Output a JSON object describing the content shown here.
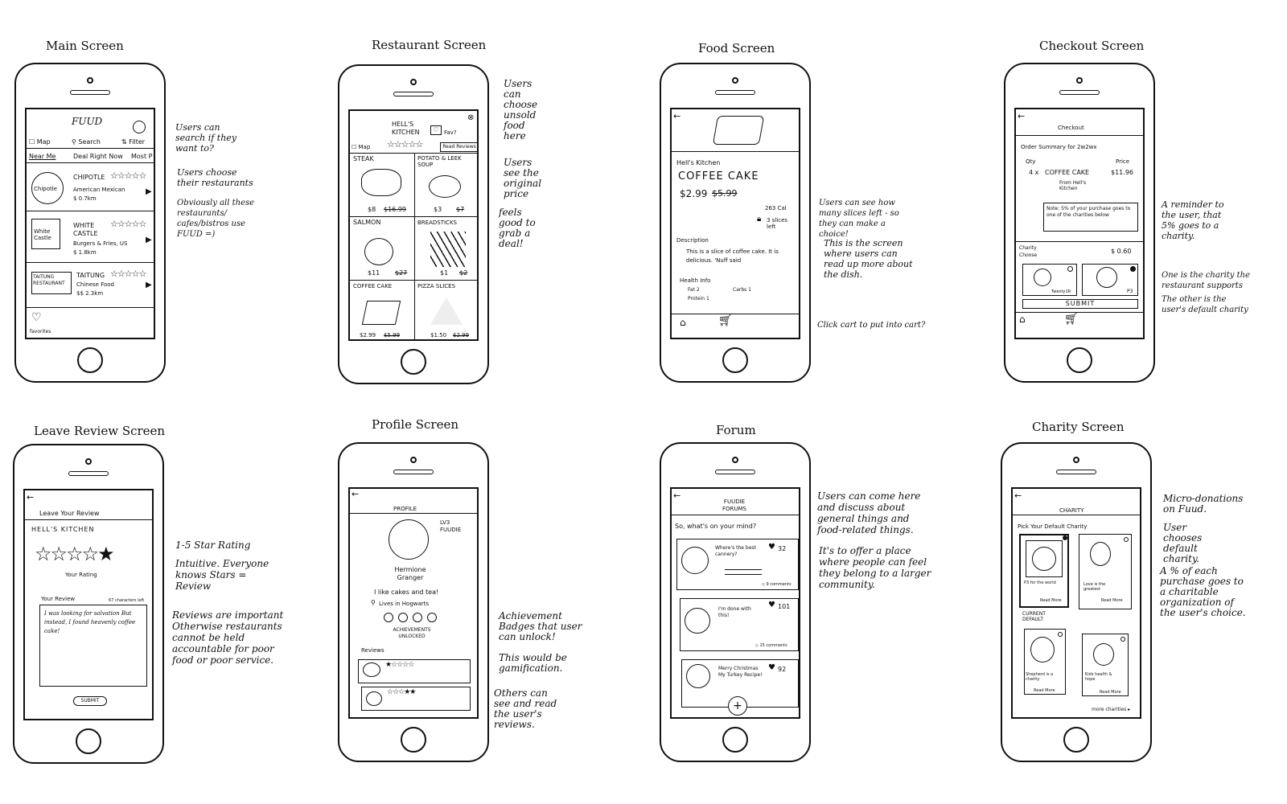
{
  "captions": {
    "main": "Main Screen",
    "restaurant": "Restaurant Screen",
    "food": "Food Screen",
    "checkout": "Checkout Screen",
    "review": "Leave Review Screen",
    "profile": "Profile Screen",
    "forum": "Forum",
    "charity": "Charity Screen"
  },
  "main": {
    "logo": "FUUD",
    "map": "Map",
    "search": "Search",
    "filter": "Filter",
    "tabs": [
      "Near Me",
      "Deal Right Now",
      "Most P"
    ],
    "rows": [
      {
        "logo": "Chipotle",
        "name": "CHIPOTLE",
        "sub": "American Mexican",
        "meta": "$ 0.7km",
        "stars": "☆☆☆☆☆"
      },
      {
        "logo": "White Castle",
        "name": "WHITE CASTLE",
        "sub": "Burgers & Fries, US",
        "meta": "$ 1.8km",
        "stars": "☆☆☆☆☆"
      },
      {
        "logo": "TAITUNG RESTAURANT",
        "name": "TAITUNG",
        "sub": "Chinese Food",
        "meta": "$$ 2.3km",
        "stars": "☆☆☆☆☆"
      }
    ],
    "favorites": "favorites"
  },
  "main_notes": [
    "Users can search if they want to?",
    "Users choose their restaurants",
    "Obviously all these restaurants/ cafes/bistros use FUUD =)"
  ],
  "restaurant": {
    "title": "HELL'S KITCHEN",
    "fav": "Fav?",
    "map": "Map",
    "read_reviews": "Read Reviews",
    "items": [
      {
        "name": "STEAK",
        "price": "$8",
        "old": "$16.99"
      },
      {
        "name": "POTATO & LEEK SOUP",
        "price": "$3",
        "old": "$7"
      },
      {
        "name": "SALMON",
        "price": "$11",
        "old": "$27"
      },
      {
        "name": "BREADSTICKS",
        "price": "$1",
        "old": "$2"
      },
      {
        "name": "COFFEE CAKE",
        "price": "$2.99",
        "old": "$5.99"
      },
      {
        "name": "PIZZA SLICES",
        "price": "$1.50",
        "old": "$2.99"
      }
    ]
  },
  "restaurant_notes": [
    "Users can choose unsold food here",
    "Users see the original price",
    "feels good to grab a deal!"
  ],
  "food": {
    "place": "Hell's Kitchen",
    "name": "COFFEE CAKE",
    "price": "$2.99",
    "old": "$5.99",
    "cal": "263 Cal",
    "left": "3 slices left",
    "desc_label": "Description",
    "desc": "This is a slice of coffee cake. It is delicious. 'Nuff said",
    "health_label": "Health Info",
    "fat": "Fat 2",
    "carbs": "Carbs 1",
    "protein": "Protein 1"
  },
  "food_notes": [
    "Users can see how many slices left - so they can make a choice!",
    "This is the screen where users can read up more about the dish.",
    "Click cart to put into cart?"
  ],
  "checkout": {
    "title": "Checkout",
    "summary": "Order Summary for 2w2wx",
    "qty_label": "Qty",
    "price_label": "Price",
    "qty": "4 x",
    "item": "COFFEE CAKE",
    "item_price": "$11.96",
    "from": "From Hell's Kitchen",
    "note": "Note: 5% of your purchase goes to one of the charities below",
    "charity_label": "Charity Choose",
    "charity_amount": "$ 0.60",
    "c1": "Twenty1R",
    "c2": "P3",
    "submit": "SUBMIT"
  },
  "checkout_notes": [
    "A reminder to the user, that 5% goes to a charity.",
    "One is the charity the restaurant supports",
    "The other is the user's default charity"
  ],
  "review": {
    "title": "Leave Your Review",
    "restaurant": "HELL'S KITCHEN",
    "stars": "☆☆☆☆★",
    "rating_label": "Your Rating",
    "review_label": "Your Review",
    "chars": "67 characters left",
    "text": "I was looking for salvation But instead, I found heavenly coffee cake!",
    "submit": "SUBMIT"
  },
  "review_notes": [
    "1-5 Star Rating",
    "Intuitive. Everyone knows Stars = Review",
    "Reviews are important Otherwise restaurants cannot be held accountable for poor food or poor service."
  ],
  "profile": {
    "title": "PROFILE",
    "level": "LV3 FUUDIE",
    "name": "Hermione Granger",
    "bio": "I like cakes and tea!",
    "location": "Lives in Hogwarts",
    "achievements": "ACHIEVEMENTS UNLOCKED",
    "reviews": "Reviews",
    "r1": "★☆☆☆☆",
    "r2": "☆☆☆★★"
  },
  "profile_notes": [
    "Achievement Badges that user can unlock!",
    "This would be gamification.",
    "Others can see and read the user's reviews."
  ],
  "forum": {
    "title": "FUUDIE FORUMS",
    "prompt": "So, what's on your mind?",
    "posts": [
      {
        "text": "Where's the best cannery?",
        "likes": "32",
        "comments": "9 comments"
      },
      {
        "text": "I'm done with this!",
        "likes": "101",
        "comments": "15 comments"
      },
      {
        "text": "Merry Christmas My Turkey Recipe!",
        "likes": "92",
        "comments": ""
      }
    ],
    "add": "+"
  },
  "forum_notes": [
    "Users can come here and discuss about general things and food-related things.",
    "It's to offer a place where people can feel they belong to a larger community."
  ],
  "charity": {
    "title": "CHARITY",
    "pick": "Pick Your Default Charity",
    "current": "CURRENT DEFAULT",
    "read_more": "Read More",
    "c1": "P3 for the world",
    "c2": "Love is the greatest",
    "c3": "Shepherd is a charity",
    "c4": "Kids health & hope",
    "more": "more charities"
  },
  "charity_notes": [
    "Micro-donations on Fuud.",
    "User chooses default charity.",
    "A % of each purchase goes to a charitable organization of the user's choice."
  ]
}
